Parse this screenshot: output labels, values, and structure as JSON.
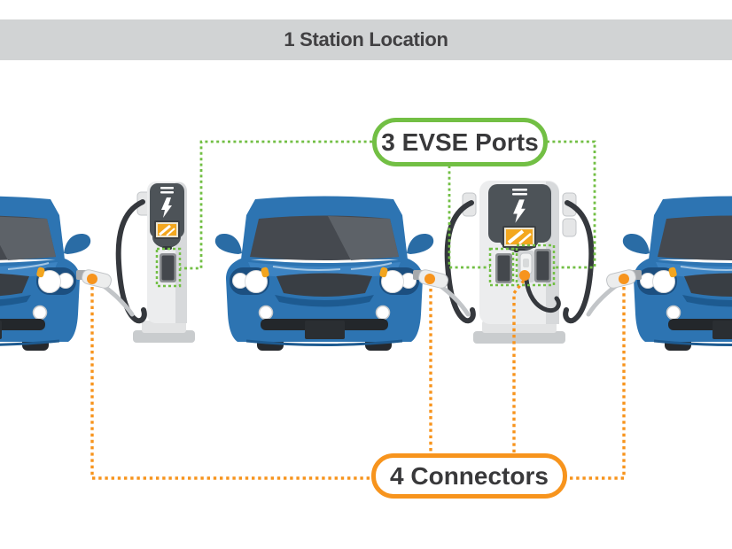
{
  "header": {
    "title": "1 Station Location"
  },
  "labels": {
    "evse_ports": {
      "text": "3 EVSE Ports",
      "count": 3,
      "accent_color": "#72bf44"
    },
    "connectors": {
      "text": "4 Connectors",
      "count": 4,
      "accent_color": "#f7941d"
    }
  },
  "colors": {
    "green": "#72bf44",
    "orange": "#f7941d",
    "header_bg": "#d1d3d4",
    "text_dark": "#39393b",
    "car_blue": "#2d74b2",
    "car_blue_dark": "#1d5a90",
    "station_gray": "#ecedee",
    "panel_dark": "#4d5358",
    "screen_gold": "#f3a71f",
    "cable_dark": "#35383d"
  },
  "scene": {
    "station_locations": 1,
    "evse_ports": 3,
    "connectors": 4,
    "cars": 3,
    "charging_stations": 2
  }
}
